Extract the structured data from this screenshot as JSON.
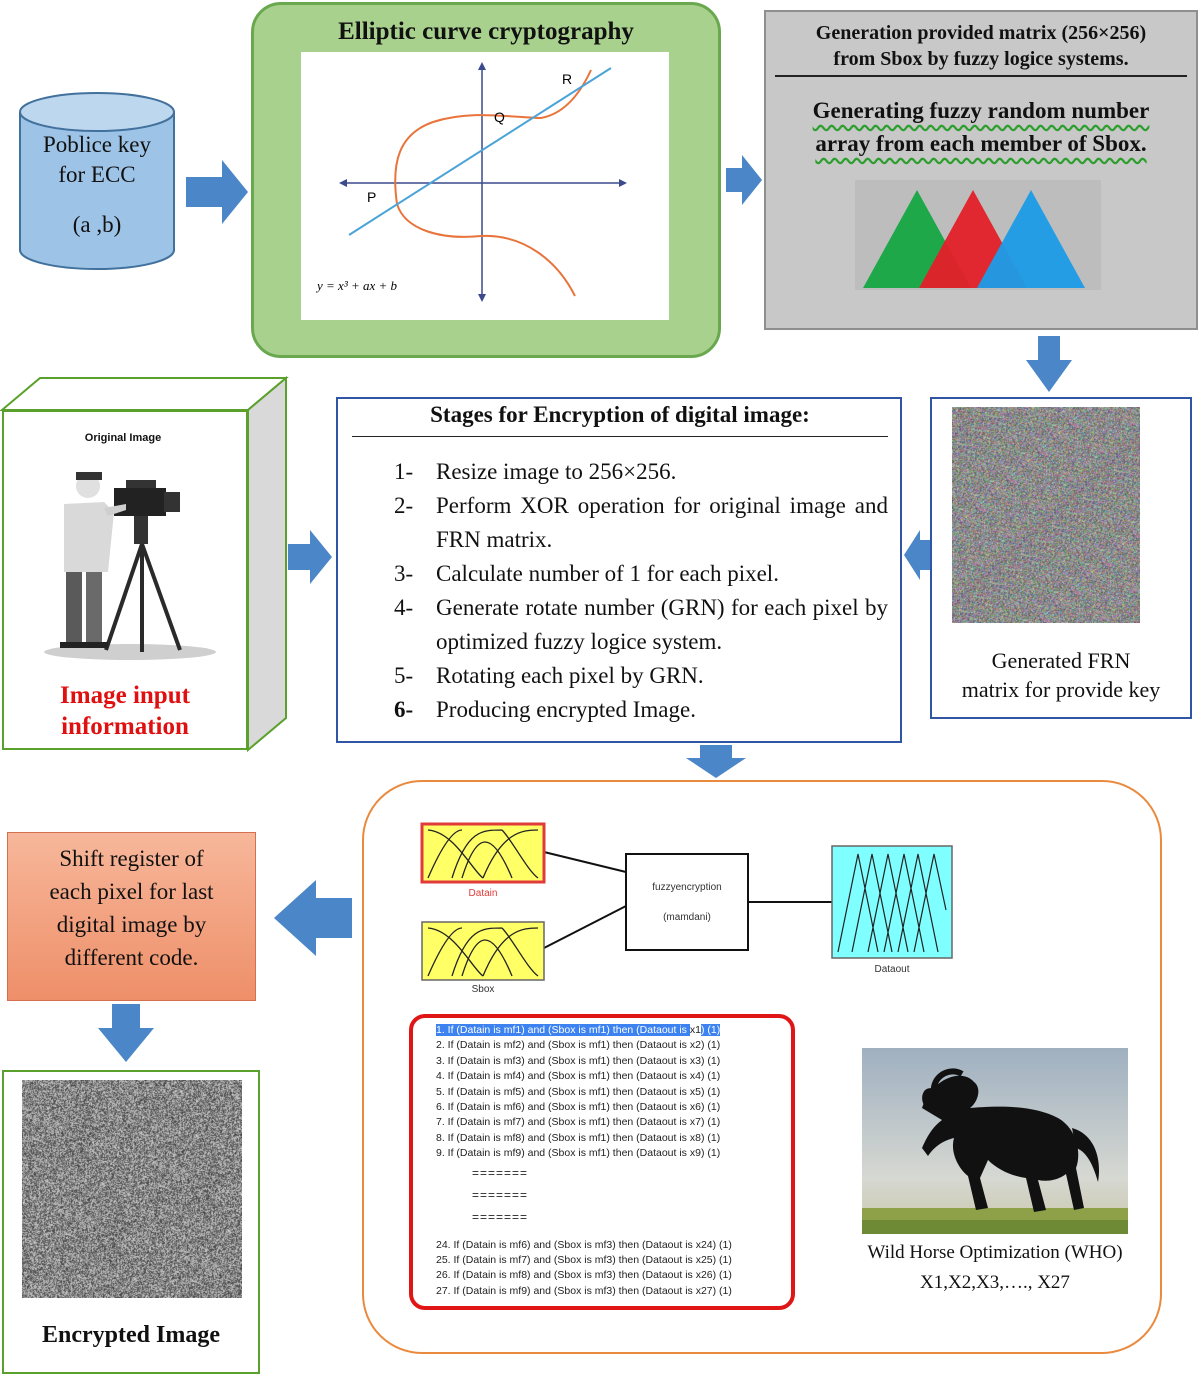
{
  "public_key": {
    "line1": "Poblice key",
    "line2": "for ECC",
    "params": "(a ,b)"
  },
  "ecc": {
    "title": "Elliptic curve cryptography",
    "point_labels": [
      "P",
      "Q",
      "R"
    ],
    "equation": "y = x³ + ax + b"
  },
  "generation": {
    "title_line1": "Generation provided matrix (256×256)",
    "title_line2": "from Sbox by fuzzy logice systems.",
    "sub_line1": "Generating fuzzy random number",
    "sub_line2": "array from each member of Sbox."
  },
  "stages": {
    "title": "Stages for Encryption of digital image:",
    "items": [
      {
        "num": "1-",
        "text": "Resize image to 256×256."
      },
      {
        "num": "2-",
        "text": "Perform XOR operation for original image and FRN matrix."
      },
      {
        "num": "3-",
        "text": "Calculate number of 1 for each pixel."
      },
      {
        "num": "4-",
        "text": "Generate rotate number (GRN) for each pixel by optimized fuzzy logice system."
      },
      {
        "num": "5-",
        "text": "Rotating each pixel by GRN."
      },
      {
        "num": "6-",
        "text": "Producing encrypted Image."
      }
    ]
  },
  "input_image": {
    "caption": "Original Image",
    "label_line1": "Image input",
    "label_line2": "information"
  },
  "frn": {
    "label_line1": "Generated FRN",
    "label_line2": "matrix for provide key"
  },
  "shift": {
    "text_lines": [
      "Shift register of",
      "each pixel for last",
      "digital image by",
      "different code."
    ]
  },
  "encrypted": {
    "label": "Encrypted Image"
  },
  "fuzzy": {
    "input1": "Datain",
    "input2": "Sbox",
    "system_line1": "fuzzyencryption",
    "system_line2": "(mamdani)",
    "output": "Dataout",
    "rules_top": [
      {
        "prefix": "1. If (Datain is mf1) and (Sbox is mf1) then (Dataout is ",
        "x": "x1",
        "suffix": ") (1)"
      },
      {
        "prefix": "2. If (Datain is mf2) and (Sbox is mf1) then (Dataout is ",
        "x": "x2",
        "suffix": ") (1)"
      },
      {
        "prefix": "3. If (Datain is mf3) and (Sbox is mf1) then (Dataout is ",
        "x": "x3",
        "suffix": ") (1)"
      },
      {
        "prefix": "4. If (Datain is mf4) and (Sbox is mf1) then (Dataout is ",
        "x": "x4",
        "suffix": ") (1)"
      },
      {
        "prefix": "5. If (Datain is mf5) and (Sbox is mf1) then (Dataout is ",
        "x": "x5",
        "suffix": ") (1)"
      },
      {
        "prefix": "6. If (Datain is mf6) and (Sbox is mf1) then (Dataout is ",
        "x": "x6",
        "suffix": ") (1)"
      },
      {
        "prefix": "7. If (Datain is mf7) and (Sbox is mf1) then (Dataout is ",
        "x": "x7",
        "suffix": ") (1)"
      },
      {
        "prefix": "8. If (Datain is mf8) and (Sbox is mf1) then (Dataout is ",
        "x": "x8",
        "suffix": ") (1)"
      },
      {
        "prefix": "9. If (Datain is mf9) and (Sbox is mf1) then (Dataout is ",
        "x": "x9",
        "suffix": ") (1)"
      }
    ],
    "dots": [
      "=======",
      "=======",
      "======="
    ],
    "rules_bottom": [
      {
        "prefix": "24. If (Datain is mf6) and (Sbox is mf3) then (Dataout is ",
        "x": "x24",
        "suffix": ") (1)"
      },
      {
        "prefix": "25. If (Datain is mf7) and (Sbox is mf3) then (Dataout is ",
        "x": "x25",
        "suffix": ") (1)"
      },
      {
        "prefix": "26. If (Datain is mf8) and (Sbox is mf3) then (Dataout is ",
        "x": "x26",
        "suffix": ") (1)"
      },
      {
        "prefix": "27. If (Datain is mf9) and (Sbox is mf3) then (Dataout is ",
        "x": "x27",
        "suffix": ") (1)"
      }
    ]
  },
  "who": {
    "label": "Wild Horse Optimization (WHO)",
    "params": "X1,X2,X3,…., X27"
  },
  "colors": {
    "arrow_blue": "#4a86c8",
    "arrow_red": "#e81c1c",
    "ecc_green": "#a9d18e",
    "tri_green": "#1ea84a",
    "tri_red": "#e2202a",
    "tri_blue": "#1e9be6",
    "curve_orange": "#e8743c",
    "line_blue": "#4ba3d8",
    "label_red": "#e01010"
  }
}
